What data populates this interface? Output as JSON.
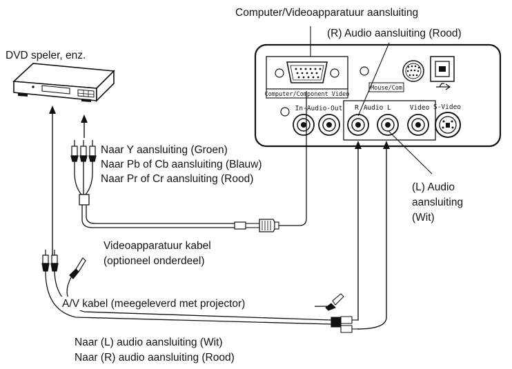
{
  "labels": {
    "computer_video_port": "Computer/Videoapparatuur aansluiting",
    "r_audio_port_top": "(R) Audio aansluiting (Rood)",
    "dvd_player": "DVD speler, enz.",
    "naar_y": "Naar Y aansluiting (Groen)",
    "naar_pb": "Naar Pb of Cb aansluiting (Blauw)",
    "naar_pr": "Naar Pr of Cr aansluiting (Rood)",
    "l_audio_1": "(L) Audio",
    "l_audio_2": "aansluiting",
    "l_audio_3": "(Wit)",
    "video_cable_1": "Videoapparatuur kabel",
    "video_cable_2": "(optioneel onderdeel)",
    "av_cable": "A/V kabel (meegeleverd met projector)",
    "naar_l_audio": "Naar (L) audio aansluiting (Wit)",
    "naar_r_audio": "Naar (R) audio aansluiting (Rood)"
  },
  "panel": {
    "computer_component_video": "Computer/Component Video",
    "mouse_com": "Mouse/Com",
    "in_audio_out": "In-Audio-Out",
    "r": "R",
    "audio": "Audio",
    "l": "L",
    "video": "Video",
    "s_video": "S-Video"
  }
}
